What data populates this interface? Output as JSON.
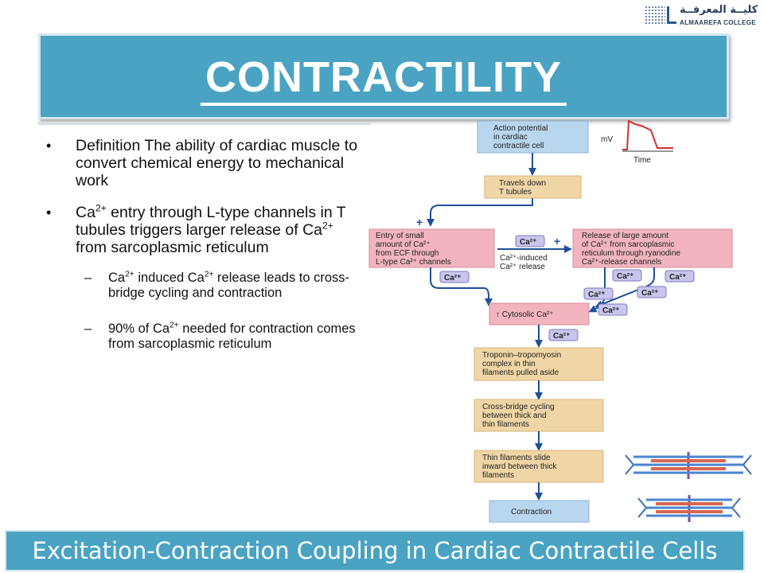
{
  "logo": {
    "arabic": "كليــة المعرفــة",
    "english": "ALMAAREFA COLLEGE"
  },
  "title": "CONTRACTILITY",
  "bullets": [
    {
      "text": "Definition The ability of cardiac muscle to convert chemical energy to mechanical work"
    },
    {
      "pre": "Ca",
      "sup1": "2+",
      "mid": " entry through L-type channels in T tubules triggers larger release of Ca",
      "sup2": "2+",
      "post": " from sarcoplasmic reticulum",
      "subs": [
        {
          "pre": "Ca",
          "sup1": "2+",
          "mid": " induced Ca",
          "sup2": "2+",
          "post": " release leads to cross-bridge cycling and contraction"
        },
        {
          "pre": "90% of Ca",
          "sup1": "2+",
          "post": " needed for contraction comes from sarcoplasmic reticulum"
        }
      ]
    }
  ],
  "diagram": {
    "action_potential": [
      "Action potential",
      "in cardiac",
      "contractile cell"
    ],
    "graph_mv": "mV",
    "graph_time": "Time",
    "t_tubules": [
      "Travels down",
      "T tubules"
    ],
    "entry_box": [
      "Entry of small",
      "amount of Ca²⁺",
      "from ECF through",
      "L-type Ca²⁺ channels"
    ],
    "release_box": [
      "Release of large amount",
      "of Ca²⁺ from sarcoplasmic",
      "reticulum through ryanodine",
      "Ca²⁺-release channels"
    ],
    "ca_label": "Ca²⁺",
    "induced": [
      "Ca²⁺-induced",
      "Ca²⁺ release"
    ],
    "plus": "+",
    "cytosolic": "↑ Cytosolic Ca²⁺",
    "troponin": [
      "Troponin–tropomyosin",
      "complex in thin",
      "filaments pulled aside"
    ],
    "cross_bridge": [
      "Cross-bridge cycling",
      "between thick and",
      "thin filaments"
    ],
    "slide": [
      "Thin filaments slide",
      "inward between thick",
      "filaments"
    ],
    "contraction": "Contraction"
  },
  "footer": "Excitation-Contraction Coupling in Cardiac Contractile Cells",
  "colors": {
    "banner": "#4aa3c3",
    "blue_box": "#b9d6ef",
    "tan_box": "#f0d6a6",
    "pink_box": "#f2b4be",
    "ca_chip": "#c8c6ec",
    "arrow": "#1f4f9a",
    "ap_line": "#d2322d"
  }
}
